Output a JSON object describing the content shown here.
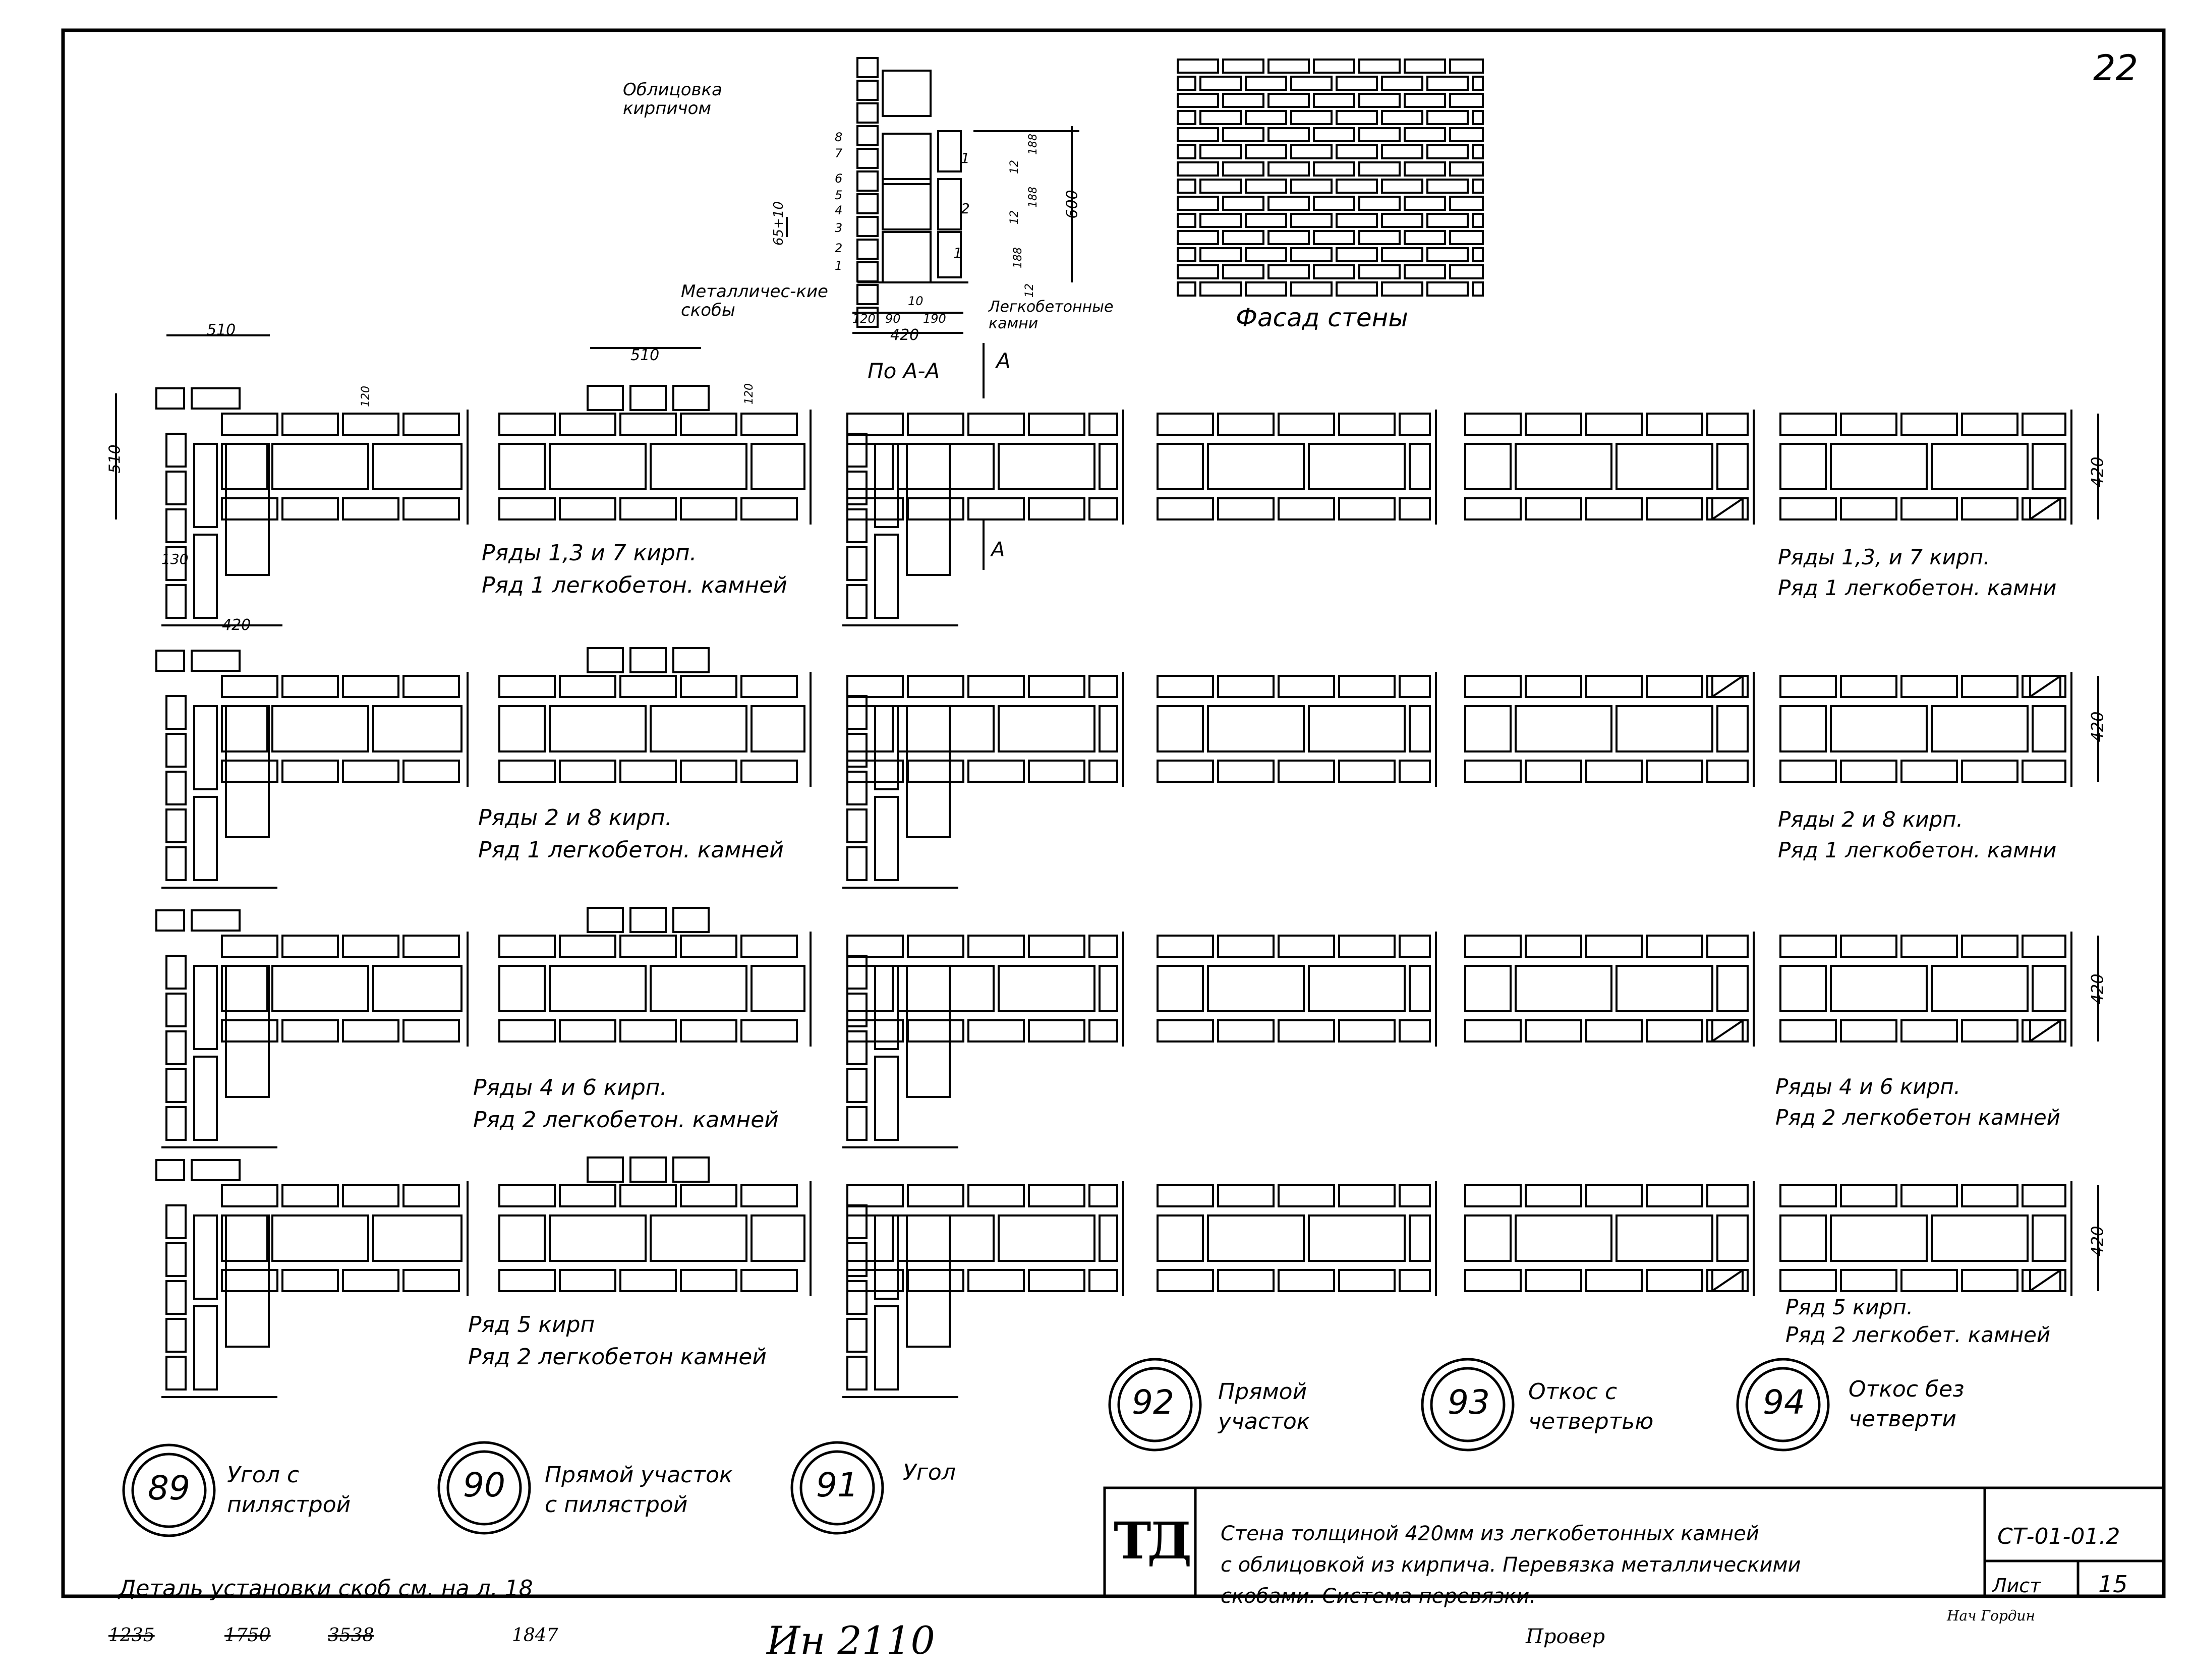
{
  "sheet": {
    "page_number": "22"
  },
  "section_detail": {
    "cladding_label": "Облицовка кирпичом",
    "course_numbers": [
      "8",
      "7",
      "6",
      "5",
      "4",
      "3",
      "2",
      "1"
    ],
    "bond_numbers": [
      "1",
      "2",
      "1"
    ],
    "dims_right": [
      "12",
      "188",
      "12",
      "188",
      "188",
      "12"
    ],
    "dim_total": "600",
    "dim_left": "65+10",
    "dims_bottom": [
      "120",
      "90",
      "10",
      "190"
    ],
    "dim_bottom_total": "420",
    "brackets_label": "Металличес-кие скобы",
    "stones_label": "Легкобетонные камни",
    "cut_label": "По А-А",
    "cut_mark": "А"
  },
  "facade": {
    "caption": "Фасад стены"
  },
  "dims": {
    "d510": "510",
    "d130": "130",
    "d420": "420",
    "d120": "120"
  },
  "rows": [
    {
      "left_line1": "Ряды 1,3 и 7 кирп.",
      "left_line2": "Ряд 1 легкобетон. камней",
      "right_line1": "Ряды 1,3, и 7 кирп.",
      "right_line2": "Ряд 1 легкобетон. камни"
    },
    {
      "left_line1": "Ряды 2 и 8 кирп.",
      "left_line2": "Ряд 1 легкобетон. камней",
      "right_line1": "Ряды 2 и 8 кирп.",
      "right_line2": "Ряд 1 легкобетон. камни"
    },
    {
      "left_line1": "Ряды 4 и 6 кирп.",
      "left_line2": "Ряд 2 легкобетон. камней",
      "right_line1": "Ряды 4 и 6 кирп.",
      "right_line2": "Ряд 2 легкобетон камней"
    },
    {
      "left_line1": "Ряд 5 кирп",
      "left_line2": "Ряд 2 легкобетон камней",
      "right_line1": "Ряд 5 кирп.",
      "right_line2": "Ряд 2 легкобет. камней"
    }
  ],
  "nodes": [
    {
      "num": "89",
      "caption": [
        "Угол с",
        "пилястрой"
      ]
    },
    {
      "num": "90",
      "caption": [
        "Прямой участок",
        "с пилястрой"
      ]
    },
    {
      "num": "91",
      "caption": [
        "Угол"
      ]
    },
    {
      "num": "92",
      "caption": [
        "Прямой",
        "участок"
      ]
    },
    {
      "num": "93",
      "caption": [
        "Откос с",
        "четвертью"
      ]
    },
    {
      "num": "94",
      "caption": [
        "Откос без",
        "четверти"
      ]
    }
  ],
  "title_block": {
    "logo": "ТД",
    "line1": "Стена толщиной 420мм из легкобетонных камней",
    "line2": "с облицовкой из кирпича. Перевязка металлическими",
    "line3": "скобами. Система перевязки.",
    "code": "СТ-01-01.2",
    "sheet_label": "Лист",
    "sheet_value": "15",
    "signature_role": "Нач Гордин"
  },
  "footnote": {
    "text": "Деталь установки скоб см. на л. 18"
  },
  "handwritten": {
    "numbers": [
      "1235",
      "1750",
      "3538",
      "1847"
    ],
    "inventory": "Ин 2110",
    "checked": "Провер"
  }
}
